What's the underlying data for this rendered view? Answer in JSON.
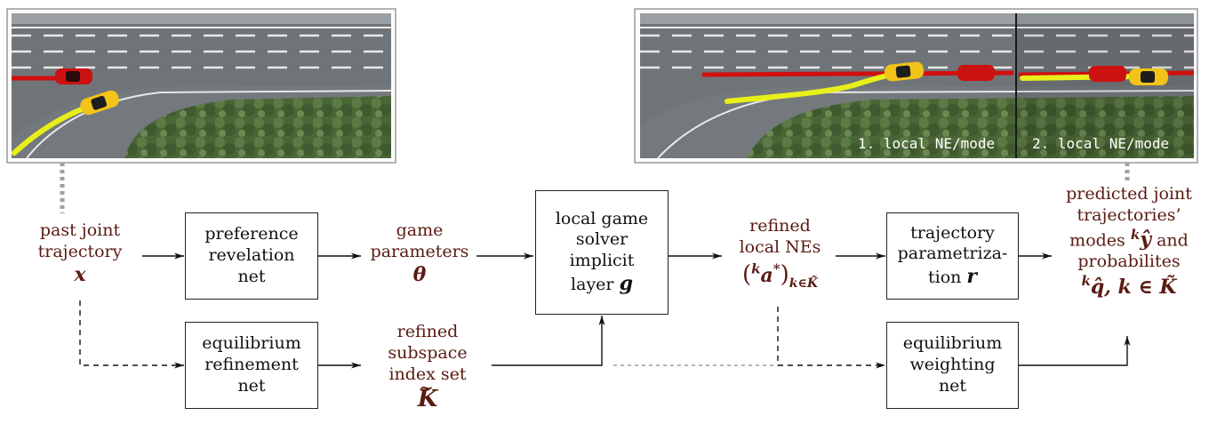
{
  "images": {
    "left": {
      "description_hidden": true
    },
    "right": {
      "captions": [
        "1. local NE/mode",
        "2. local NE/mode"
      ]
    }
  },
  "boxes": {
    "preference": [
      "preference",
      "revelation",
      "net"
    ],
    "refinement": [
      "equilibrium",
      "refinement",
      "net"
    ],
    "solver": [
      "local game",
      "solver",
      "implicit",
      "layer"
    ],
    "solver_symbol": "g",
    "param": [
      "trajectory",
      "parametriza-",
      "tion"
    ],
    "param_symbol": "r",
    "weighting": [
      "equilibrium",
      "weighting",
      "net"
    ]
  },
  "labels": {
    "past": [
      "past joint",
      "trajectory"
    ],
    "past_symbol": "x",
    "game": [
      "game",
      "parameters"
    ],
    "game_symbol": "θ",
    "subspace": [
      "refined",
      "subspace",
      "index set"
    ],
    "subspace_symbol": "K",
    "nes": [
      "refined",
      "local NEs"
    ],
    "nes_sup": "k",
    "nes_symbol": "a",
    "nes_star": "*",
    "nes_sub": "k∈K̃",
    "pred": [
      "predicted joint",
      "trajectories’"
    ],
    "pred_line3": "modes",
    "pred_sup": "k",
    "pred_symbol": "ŷ",
    "pred_and": "and",
    "pred_line4": "probabilites",
    "prob_sup": "k",
    "prob_symbol": "q̂, k ∈ K̃"
  },
  "colors": {
    "label_text": "#5a1a12",
    "road": "#6f7478",
    "grass": "#4f6b3b",
    "red_trajectory": "#d01010",
    "yellow_trajectory": "#e8ef1a",
    "red_car": "#cc1111",
    "yellow_car": "#f2c318"
  }
}
